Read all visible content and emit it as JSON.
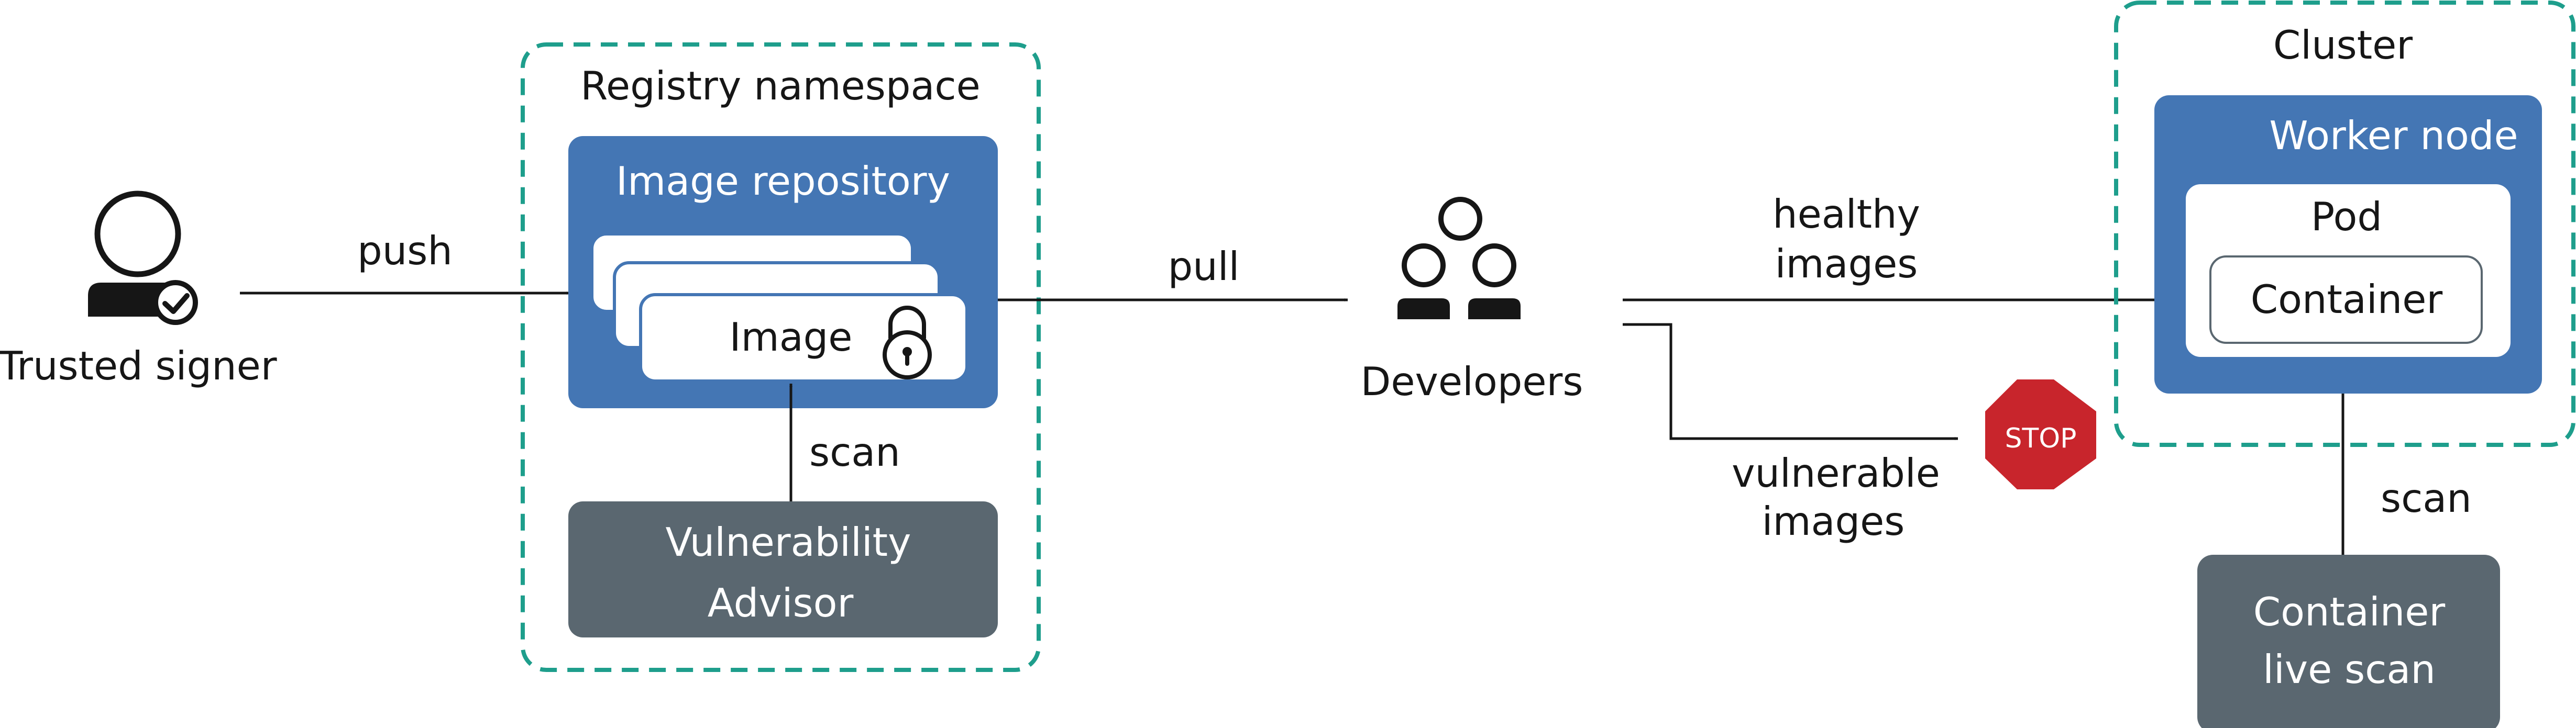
{
  "colors": {
    "teal_dashed": "#1e9e8c",
    "blue": "#4476b4",
    "gray": "#5a6770",
    "black": "#161616",
    "white": "#ffffff",
    "stop_red": "#c8252c"
  },
  "actors": {
    "trusted_signer": "Trusted signer",
    "developers": "Developers"
  },
  "registry": {
    "title": "Registry namespace",
    "repository": "Image repository",
    "image": "Image",
    "vulnerability_advisor": [
      "Vulnerability",
      "Advisor"
    ]
  },
  "cluster": {
    "title": "Cluster",
    "worker_node": "Worker node",
    "pod": "Pod",
    "container": "Container",
    "live_scan": [
      "Container",
      "live scan"
    ]
  },
  "edges": {
    "push": "push",
    "pull": "pull",
    "scan_va": "scan",
    "healthy": [
      "healthy",
      "images"
    ],
    "vulnerable": [
      "vulnerable",
      "images"
    ],
    "scan_live": "scan"
  },
  "stop_sign": "STOP",
  "icons": [
    "user-verified-icon",
    "user-group-icon",
    "lock-icon",
    "stop-sign-icon"
  ]
}
